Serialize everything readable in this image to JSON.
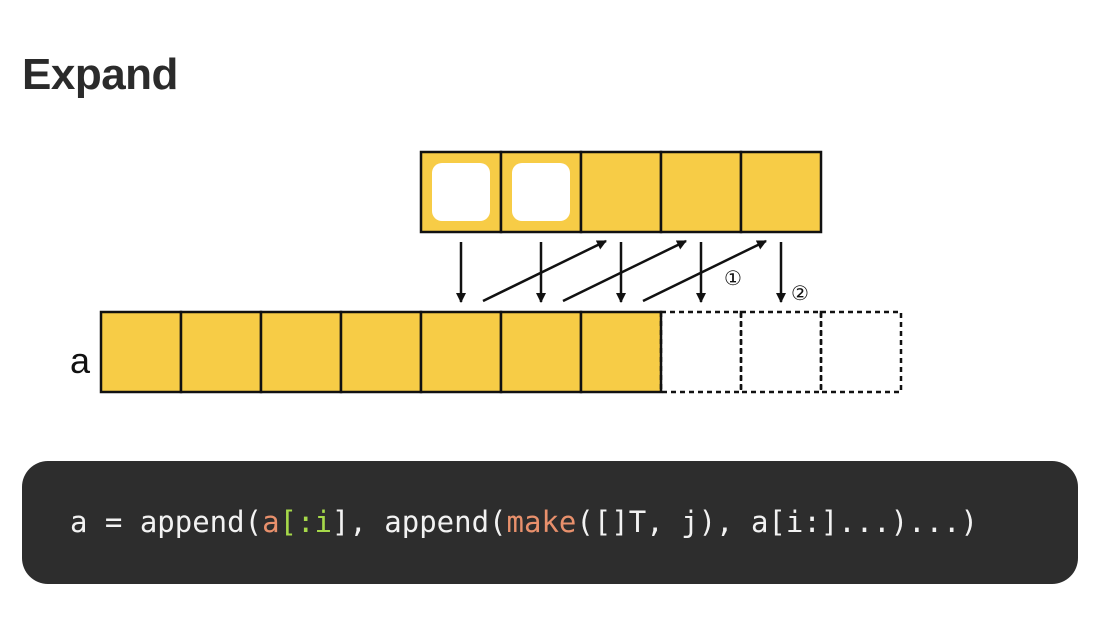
{
  "page": {
    "title": "Expand"
  },
  "diagram": {
    "array_label": "a",
    "step_markers": [
      "①",
      "②"
    ],
    "colors": {
      "cell_fill": "#f7cc46",
      "cell_stroke": "#111111",
      "empty_slot": "#ffffff",
      "arrow": "#111111"
    },
    "source_cells": [
      {
        "type": "new-empty"
      },
      {
        "type": "new-empty"
      },
      {
        "type": "filled"
      },
      {
        "type": "filled"
      },
      {
        "type": "filled"
      }
    ],
    "target_cells": [
      {
        "type": "filled"
      },
      {
        "type": "filled"
      },
      {
        "type": "filled"
      },
      {
        "type": "filled"
      },
      {
        "type": "filled"
      },
      {
        "type": "filled"
      },
      {
        "type": "filled"
      },
      {
        "type": "dashed"
      },
      {
        "type": "dashed"
      },
      {
        "type": "dashed"
      }
    ]
  },
  "code": {
    "tokens": [
      {
        "text": "a = append(",
        "color": "#f2f2f2"
      },
      {
        "text": "a",
        "color": "#e8906c"
      },
      {
        "text": "[:",
        "color": "#a6d94a"
      },
      {
        "text": "i",
        "color": "#a6d94a"
      },
      {
        "text": "], append(",
        "color": "#f2f2f2"
      },
      {
        "text": "make",
        "color": "#e8906c"
      },
      {
        "text": "([]T, j), a[i:]...)...)",
        "color": "#f2f2f2"
      }
    ]
  }
}
